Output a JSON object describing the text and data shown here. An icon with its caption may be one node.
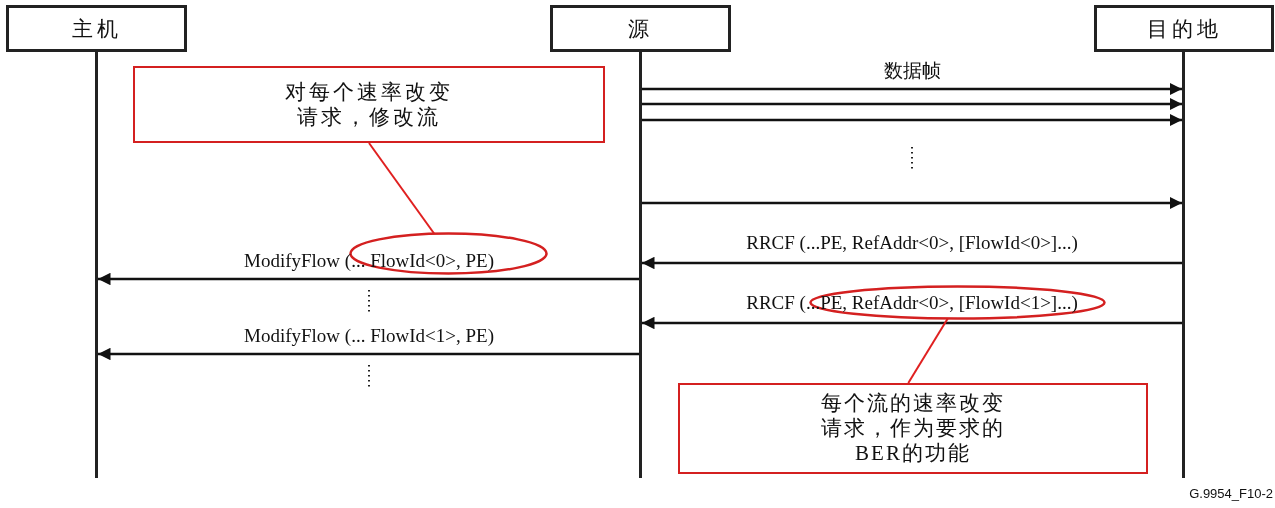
{
  "diagram": {
    "nodes": [
      {
        "text": [
          "主机"
        ]
      },
      {
        "text": [
          "源"
        ]
      },
      {
        "text": [
          "目的地"
        ]
      },
      {
        "text": [
          "对每个速率改变请求，修改流"
        ]
      },
      {
        "text": [],
        "shape": "ellipse"
      },
      {
        "text": [],
        "shape": "ellipse"
      },
      {
        "text": [
          "每个流的速率改变请求，作为要求的BER的功能"
        ]
      }
    ],
    "edges": [
      {
        "from": 1,
        "to": 2,
        "arrow": "to",
        "label": "数据帧"
      },
      {
        "from": 1,
        "to": 2,
        "arrow": "to"
      },
      {
        "from": 1,
        "to": 2,
        "arrow": "to"
      },
      {
        "from": 1,
        "to": 2,
        "arrow": "to"
      },
      {
        "from": 2,
        "to": 1,
        "arrow": "to",
        "label": "RRCF (...PE, RefAddr<0>, [FlowId<0>]...)"
      },
      {
        "from": 1,
        "to": 0,
        "arrow": "to",
        "label": "ModifyFlow (... FlowId<0>, PE)"
      },
      {
        "from": 2,
        "to": 1,
        "arrow": "to",
        "label": "RRCF (...PE, RefAddr<0>, [FlowId<1>]...)"
      },
      {
        "from": 1,
        "to": 0,
        "arrow": "to",
        "label": "ModifyFlow (... FlowId<1>, PE)"
      },
      {
        "from": 3,
        "to": 4,
        "arrow": "none",
        "color": "#e02020"
      },
      {
        "from": 6,
        "to": 5,
        "arrow": "none",
        "color": "#e02020"
      }
    ],
    "labels": [
      "G.9954_F10-2"
    ]
  }
}
